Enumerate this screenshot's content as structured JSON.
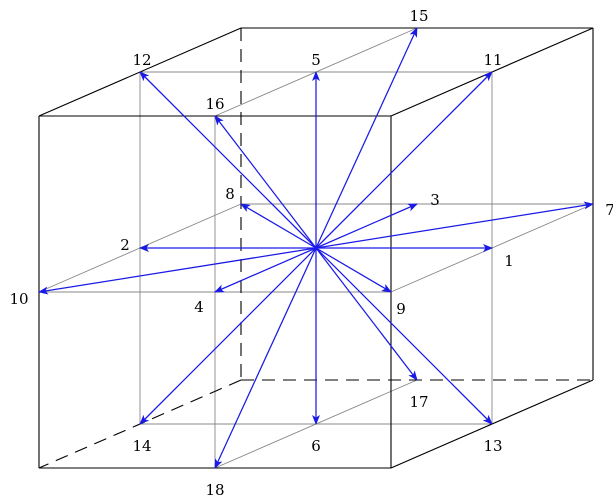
{
  "colors": {
    "cube_edge": "#000000",
    "guide_line": "#888888",
    "vector": "#1a1ae6",
    "background": "#ffffff"
  },
  "vectors": [
    {
      "id": "1",
      "label": "1"
    },
    {
      "id": "2",
      "label": "2"
    },
    {
      "id": "3",
      "label": "3"
    },
    {
      "id": "4",
      "label": "4"
    },
    {
      "id": "5",
      "label": "5"
    },
    {
      "id": "6",
      "label": "6"
    },
    {
      "id": "7",
      "label": "7"
    },
    {
      "id": "8",
      "label": "8"
    },
    {
      "id": "9",
      "label": "9"
    },
    {
      "id": "10",
      "label": "10"
    },
    {
      "id": "11",
      "label": "11"
    },
    {
      "id": "12",
      "label": "12"
    },
    {
      "id": "13",
      "label": "13"
    },
    {
      "id": "14",
      "label": "14"
    },
    {
      "id": "15",
      "label": "15"
    },
    {
      "id": "16",
      "label": "16"
    },
    {
      "id": "17",
      "label": "17"
    },
    {
      "id": "18",
      "label": "18"
    }
  ]
}
